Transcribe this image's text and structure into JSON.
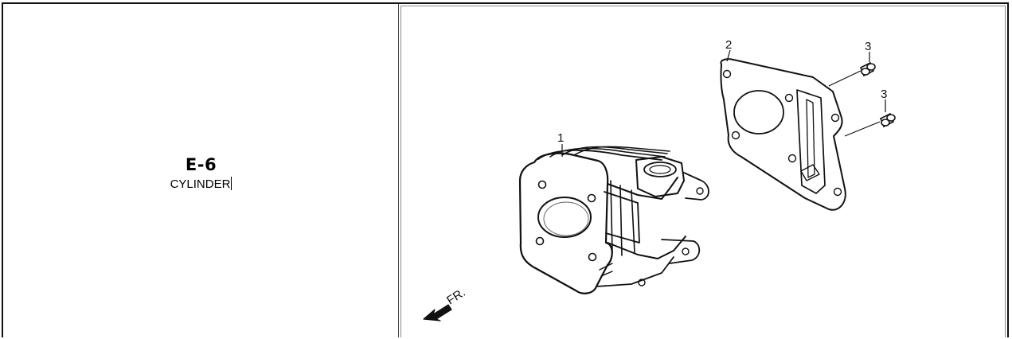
{
  "section": {
    "code": "E-6",
    "name": "CYLINDER"
  },
  "diagram": {
    "callouts": [
      {
        "id": "1",
        "label": "1"
      },
      {
        "id": "2",
        "label": "2"
      },
      {
        "id": "3a",
        "label": "3"
      },
      {
        "id": "3b",
        "label": "3"
      }
    ],
    "direction_label": "FR."
  }
}
